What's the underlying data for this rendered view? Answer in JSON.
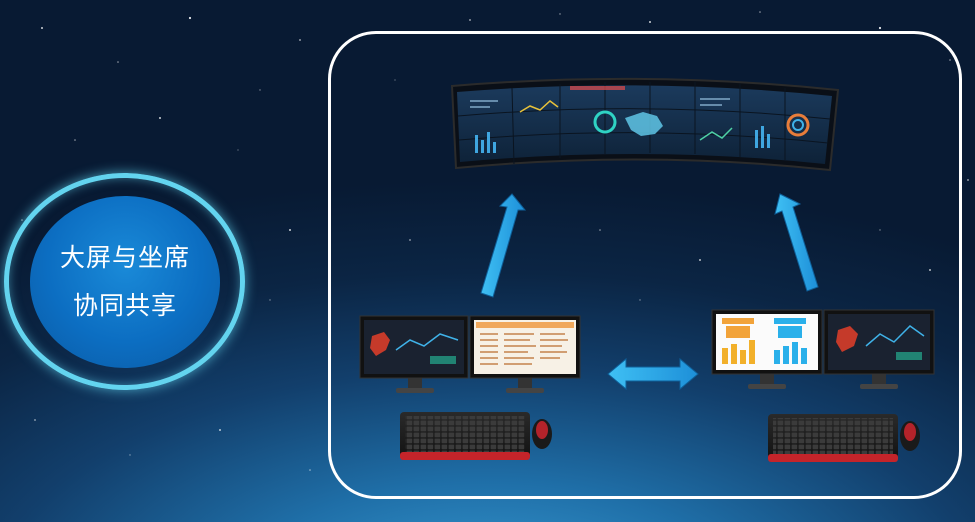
{
  "circle_label": {
    "line1": "大屏与坐席",
    "line2": "协同共享"
  },
  "colors": {
    "ring": "#63d4ef",
    "circle_fill": "#0c6ec2",
    "arrow": "#1fa6e6",
    "panel_border": "#ffffff"
  },
  "icons": [
    "videowall-screen",
    "dual-monitor-workstation",
    "keyboard",
    "mouse",
    "up-arrow",
    "double-arrow"
  ]
}
